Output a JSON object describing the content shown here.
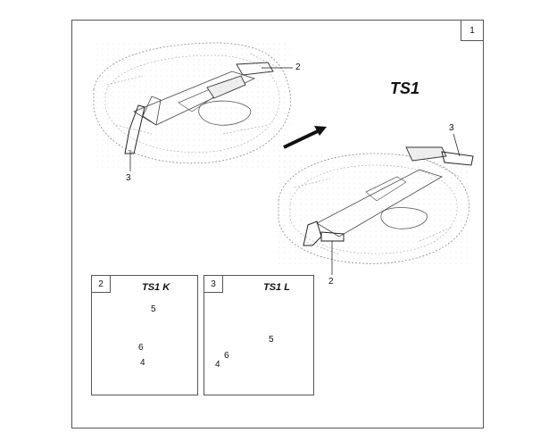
{
  "page_number": "1",
  "main_title": "TS1",
  "main_callouts": {
    "upper_left_2": "2",
    "upper_left_3": "3",
    "lower_right_3": "3",
    "lower_right_2": "2"
  },
  "sub_k": {
    "number": "2",
    "title": "TS1   K",
    "callouts": {
      "c5": "5",
      "c6": "6",
      "c4": "4"
    }
  },
  "sub_l": {
    "number": "3",
    "title": "TS1   L",
    "callouts": {
      "c5": "5",
      "c6": "6",
      "c4": "4"
    }
  }
}
